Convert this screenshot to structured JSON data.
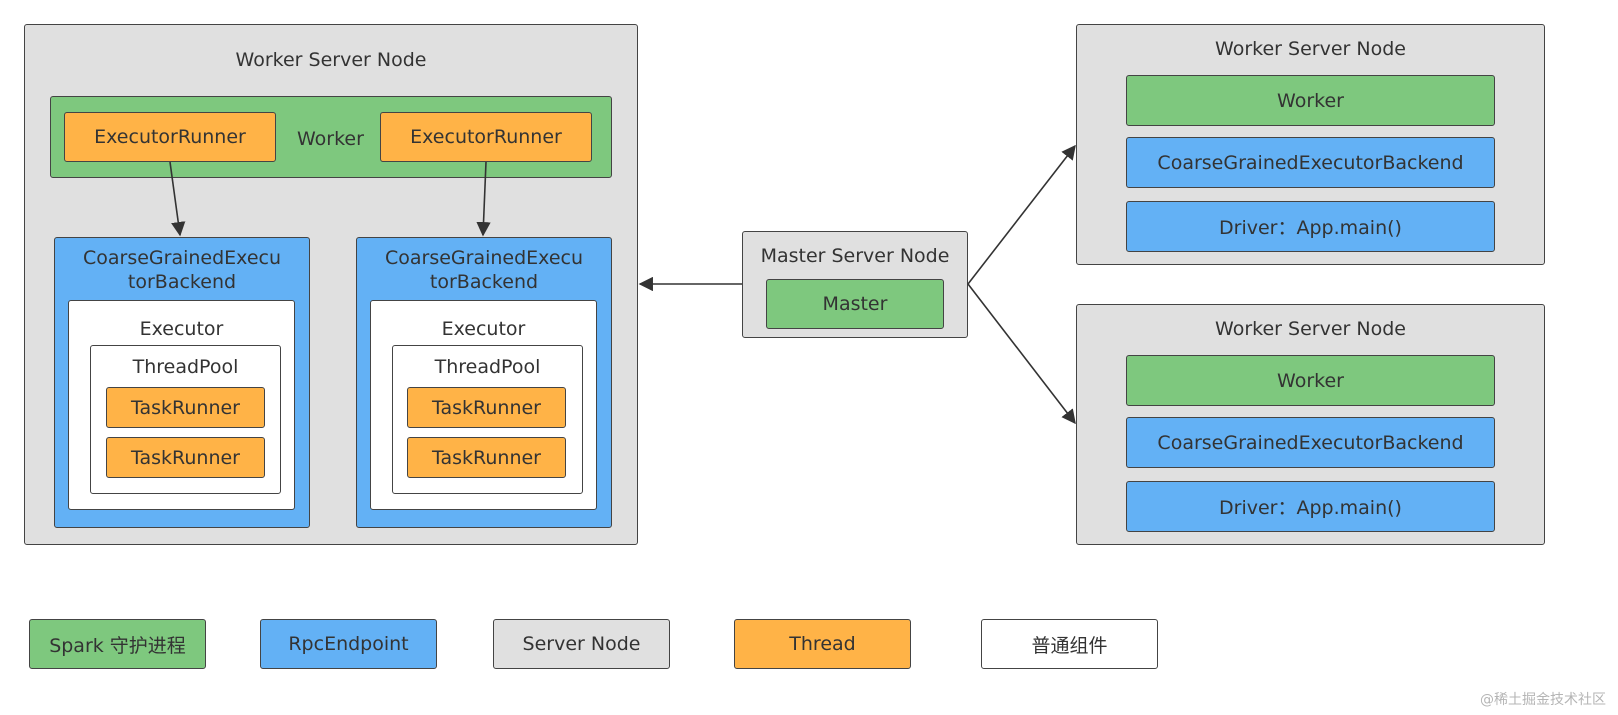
{
  "left_node": {
    "title": "Worker Server Node",
    "worker_label": "Worker",
    "runner_left": "ExecutorRunner",
    "runner_right": "ExecutorRunner",
    "backends": [
      {
        "title_line1": "CoarseGrainedExecu",
        "title_line2": "torBackend",
        "executor": "Executor",
        "threadpool": "ThreadPool",
        "tasks": [
          "TaskRunner",
          "TaskRunner"
        ]
      },
      {
        "title_line1": "CoarseGrainedExecu",
        "title_line2": "torBackend",
        "executor": "Executor",
        "threadpool": "ThreadPool",
        "tasks": [
          "TaskRunner",
          "TaskRunner"
        ]
      }
    ]
  },
  "master_node": {
    "title": "Master Server Node",
    "master_label": "Master"
  },
  "right_nodes": [
    {
      "title": "Worker Server Node",
      "worker": "Worker",
      "backend": "CoarseGrainedExecutorBackend",
      "driver": "Driver：App.main()"
    },
    {
      "title": "Worker Server Node",
      "worker": "Worker",
      "backend": "CoarseGrainedExecutorBackend",
      "driver": "Driver：App.main()"
    }
  ],
  "legend": [
    {
      "label": "Spark 守护进程",
      "color": "#7ec87e"
    },
    {
      "label": "RpcEndpoint",
      "color": "#63b1f5"
    },
    {
      "label": "Server Node",
      "color": "#e0e0e0"
    },
    {
      "label": "Thread",
      "color": "#ffb347"
    },
    {
      "label": "普通组件",
      "color": "#ffffff"
    }
  ],
  "watermark": "@稀土掘金技术社区"
}
